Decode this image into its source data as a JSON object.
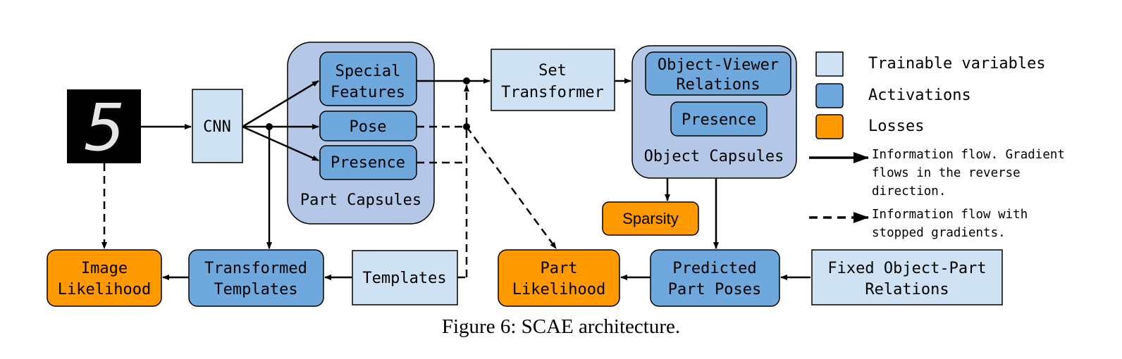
{
  "nodes": {
    "cnn": "CNN",
    "special_features": [
      "Special",
      "Features"
    ],
    "pose": "Pose",
    "presence_part": "Presence",
    "part_capsules": "Part Capsules",
    "set_transformer": [
      "Set",
      "Transformer"
    ],
    "object_viewer_relations": [
      "Object-Viewer",
      "Relations"
    ],
    "presence_object": "Presence",
    "object_capsules": "Object Capsules",
    "sparsity": "Sparsity",
    "image_likelihood": [
      "Image",
      "Likelihood"
    ],
    "transformed_templates": [
      "Transformed",
      "Templates"
    ],
    "templates": "Templates",
    "part_likelihood": [
      "Part",
      "Likelihood"
    ],
    "predicted_part_poses": [
      "Predicted",
      "Part Poses"
    ],
    "fixed_object_part_relations": [
      "Fixed Object-Part",
      "Relations"
    ]
  },
  "input_image": {
    "digit": "5"
  },
  "legend": {
    "trainable": "Trainable variables",
    "activations": "Activations",
    "losses": "Losses",
    "info_flow": [
      "Information flow. Gradient",
      "flows in the reverse",
      "direction."
    ],
    "stopped_flow": [
      "Information flow with",
      "stopped gradients."
    ]
  },
  "caption": {
    "prefix": "Figure 6: ",
    "name": "SCAE",
    "suffix": " architecture."
  },
  "colors": {
    "trainable": "#cfe2f3",
    "activation": "#6fa8dc",
    "loss": "#ff9900",
    "capsule_group": "#b4c7e7",
    "border": "#000000"
  }
}
